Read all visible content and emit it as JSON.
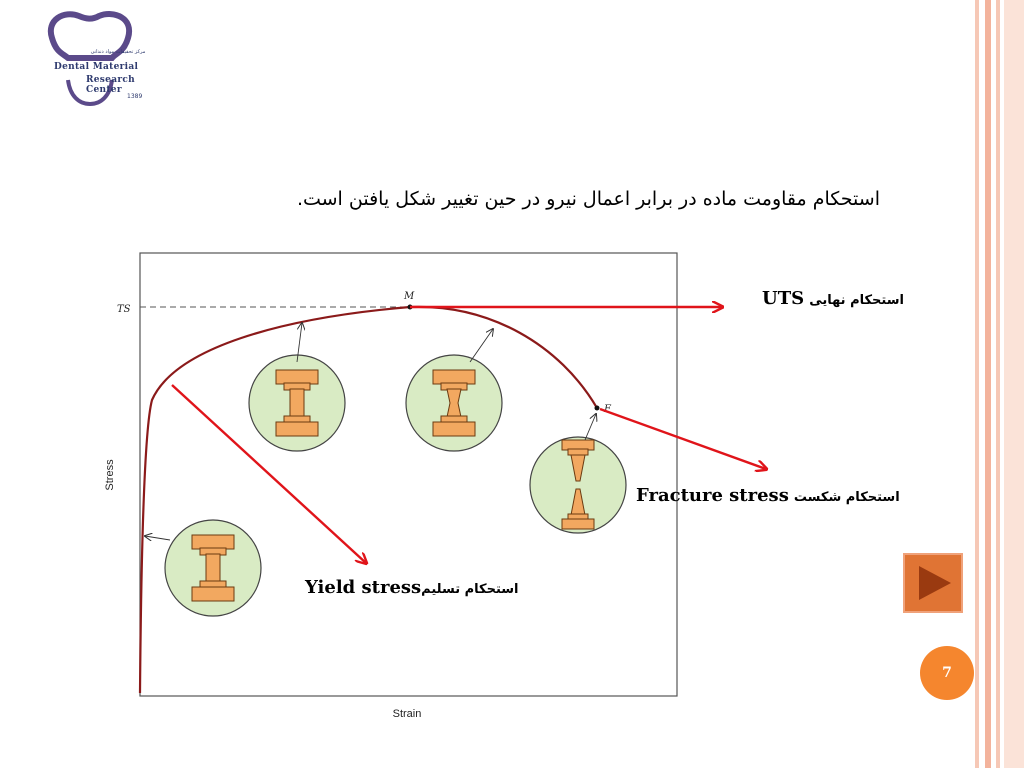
{
  "logo": {
    "org_line1": "Dental Material",
    "org_line2": "Research Center",
    "year": "1389",
    "persian_tagline": "مرکز تحقیقات مواد دندانی"
  },
  "heading": "استحکام مقاومت ماده در برابر اعمال نیرو در حین تغییر شکل یافتن است.",
  "diagram": {
    "y_axis_label": "Stress",
    "x_axis_label": "Strain",
    "ts_label": "TS",
    "m_label": "M",
    "f_label": "F"
  },
  "annotations": {
    "uts_en": "UTS",
    "uts_fa": "استحکام نهایی",
    "fracture_en": "Fracture stress",
    "fracture_fa": "استحکام شکست",
    "yield_en": "Yield stress",
    "yield_fa": "استحکام تسلیم"
  },
  "page_number": "7",
  "colors": {
    "accent_orange": "#e07434",
    "arrow_red": "#e0141a",
    "curve": "#8b1a1a",
    "specimen_circle": "#d9ebc4",
    "specimen_bar": "#f2a860"
  }
}
